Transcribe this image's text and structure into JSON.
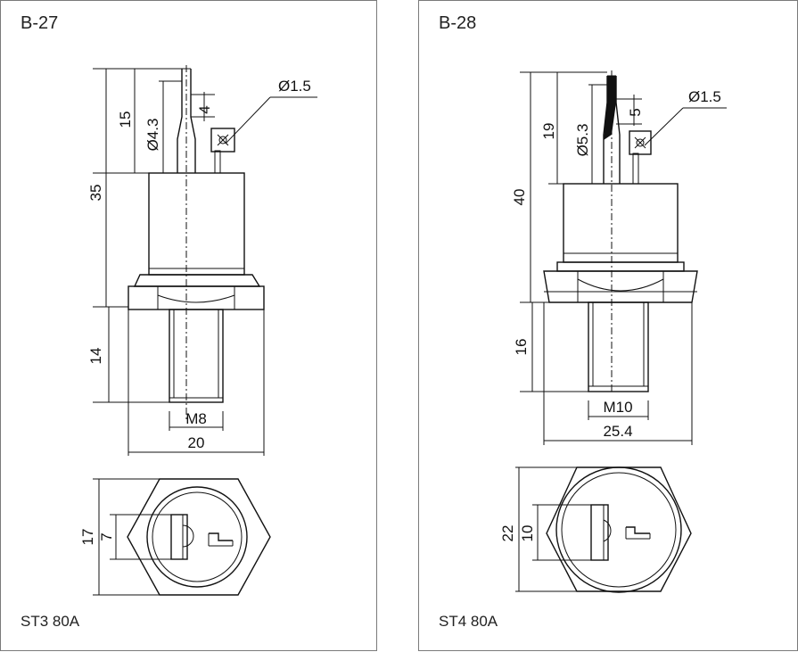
{
  "panels": [
    {
      "title": "B-27",
      "footer": "ST3  80A",
      "dims": {
        "total_height": "35",
        "top_lead": "15",
        "lead_diameter": "Ø4.3",
        "lead_tip": "4",
        "terminal_hole": "Ø1.5",
        "thread_length": "14",
        "thread": "M8",
        "hex_width": "20",
        "hex_height": "17",
        "inner_width": "7"
      }
    },
    {
      "title": "B-28",
      "footer": "ST4  80A",
      "dims": {
        "total_height": "40",
        "top_lead": "19",
        "lead_diameter": "Ø5.3",
        "lead_tip": "5",
        "terminal_hole": "Ø1.5",
        "thread_length": "16",
        "thread": "M10",
        "hex_width": "25.4",
        "hex_height": "22",
        "inner_width": "10"
      }
    }
  ]
}
